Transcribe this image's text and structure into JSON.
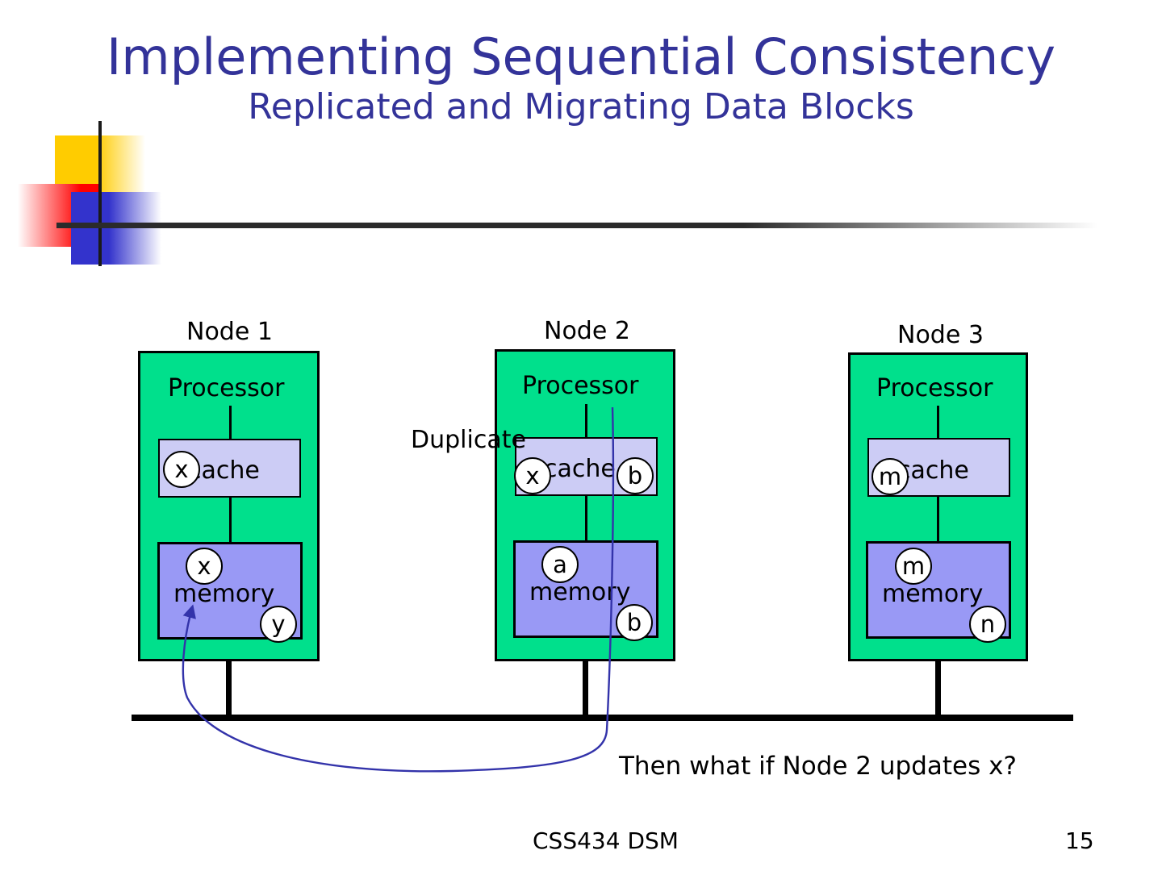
{
  "slide": {
    "title": "Implementing Sequential Consistency",
    "subtitle": "Replicated and Migrating Data Blocks",
    "title_color": "#333399"
  },
  "logo": {
    "yellow": "#FFCC00",
    "red": "#FF0000",
    "blue": "#3333CC",
    "line": "#2b2b2b"
  },
  "diagram": {
    "node_color": "#00E08C",
    "cache_color": "#CCCCF5",
    "memory_color": "#9999F5",
    "arrow_color": "#3333AA",
    "annotations": {
      "duplicate": "Duplicate",
      "question": "Then what if Node 2 updates x?"
    },
    "nodes": [
      {
        "label": "Node 1",
        "processor": "Processor",
        "cache": {
          "label": "cache",
          "blocks": [
            "x"
          ]
        },
        "memory": {
          "label": "memory",
          "blocks": [
            "x",
            "y"
          ]
        }
      },
      {
        "label": "Node 2",
        "processor": "Processor",
        "cache": {
          "label": "cache",
          "blocks": [
            "x",
            "b"
          ]
        },
        "memory": {
          "label": "memory",
          "blocks": [
            "a",
            "b"
          ]
        }
      },
      {
        "label": "Node 3",
        "processor": "Processor",
        "cache": {
          "label": "cache",
          "blocks": [
            "m"
          ]
        },
        "memory": {
          "label": "memory",
          "blocks": [
            "m",
            "n"
          ]
        }
      }
    ]
  },
  "footer": {
    "course": "CSS434 DSM",
    "page": "15"
  }
}
